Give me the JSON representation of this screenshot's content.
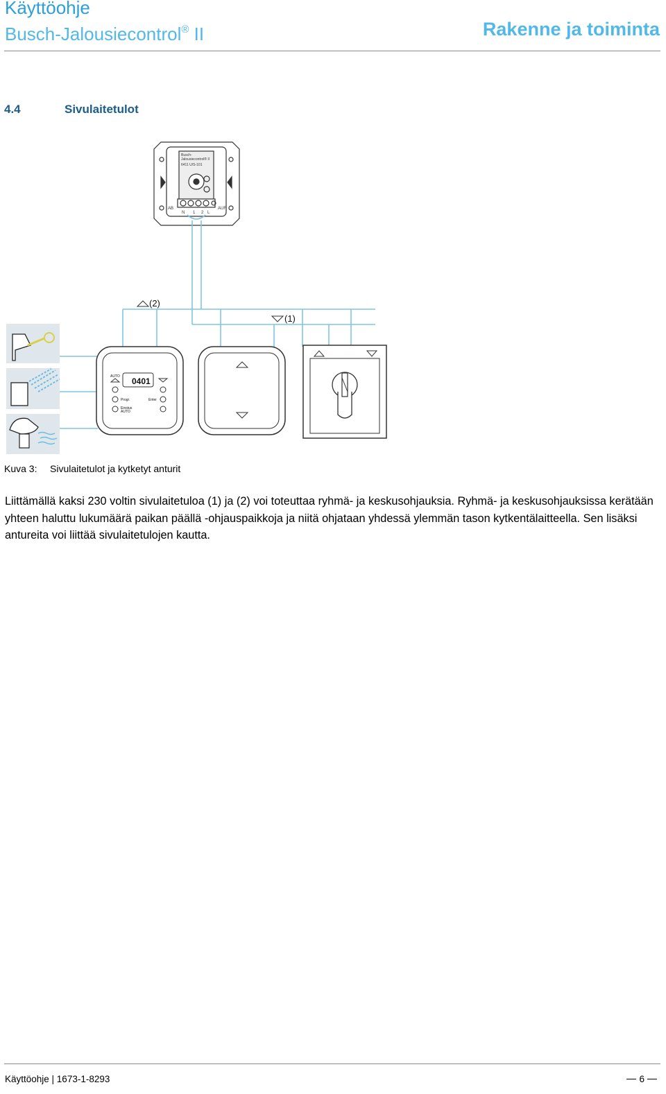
{
  "header": {
    "title": "Käyttöohje",
    "product": "Busch-Jalousiecontrol",
    "product_reg": "®",
    "product_suffix": " II",
    "section": "Rakenne ja toiminta"
  },
  "section": {
    "number": "4.4",
    "title": "Sivulaitetulot"
  },
  "figure": {
    "label_2": "(2)",
    "label_1": "(1)",
    "device_brand": "Busch-",
    "device_brand2": "Jalousiecontrol® II",
    "device_model": "6411 U/S-101",
    "terminal_left": "AB",
    "terminal_right": "AUF",
    "terminal_n": "N",
    "terminal_l": "L",
    "terminal_1": "1",
    "terminal_2": "2",
    "timer_auto": "AUTO",
    "timer_display": "0401",
    "timer_progr": "Progr.",
    "timer_enter": "Enter",
    "timer_einstus": "Einstus",
    "timer_auto2": "AUTO"
  },
  "caption": {
    "label": "Kuva 3:",
    "text": "Sivulaitetulot ja kytketyt anturit"
  },
  "body": {
    "paragraph": "Liittämällä kaksi 230 voltin sivulaitetuloa (1) ja (2) voi toteuttaa ryhmä- ja keskusohjauksia. Ryhmä- ja keskusohjauksissa kerätään yhteen haluttu lukumäärä paikan päällä -ohjauspaikkoja ja niitä ohjataan yhdessä ylemmän tason kytkentälaitteella. Sen lisäksi antureita voi liittää sivulaitetulojen kautta."
  },
  "footer": {
    "doc": "Käyttöohje | 1673-1-8293",
    "page": "6"
  },
  "colors": {
    "accent": "#2ba0d8",
    "accent_light": "#52b8e8",
    "wire": "#7fc6e4",
    "section": "#1a5c8a"
  }
}
